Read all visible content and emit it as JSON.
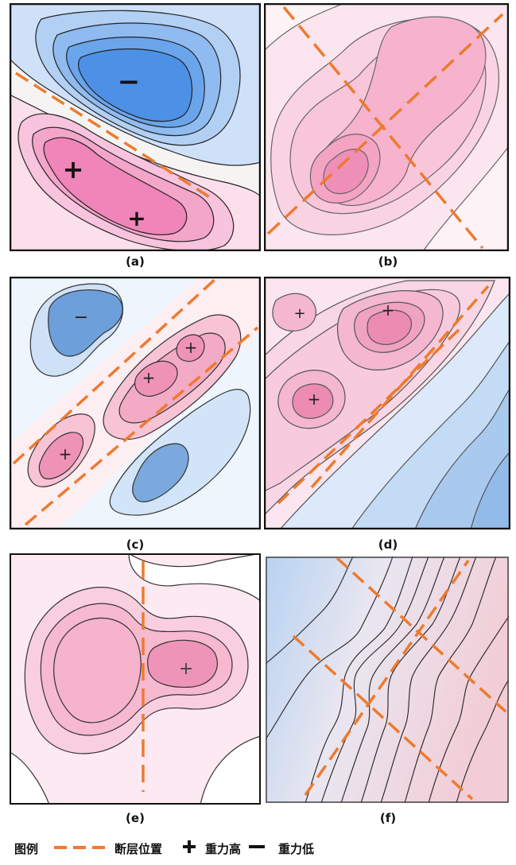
{
  "panels": [
    {
      "label": "(a)",
      "high_symbol": "+",
      "low_symbol": "−"
    },
    {
      "label": "(b)"
    },
    {
      "label": "(c)",
      "high_symbol": "+",
      "low_symbol": "−"
    },
    {
      "label": "(d)",
      "high_symbol": "+"
    },
    {
      "label": "(e)",
      "high_symbol": "+"
    },
    {
      "label": "(f)"
    }
  ],
  "legend": {
    "title": "图例",
    "fault": "断层位置",
    "high": "重力高",
    "low": "重力低"
  },
  "colors": {
    "fault": "#ee7a2e",
    "pink_light": "#fbe3ee",
    "pink_mid": "#f6b8d3",
    "pink_dark": "#ef8fbd",
    "blue_light": "#d6e6f8",
    "blue_mid": "#a8c9ef",
    "blue_dark": "#5b9be8"
  }
}
